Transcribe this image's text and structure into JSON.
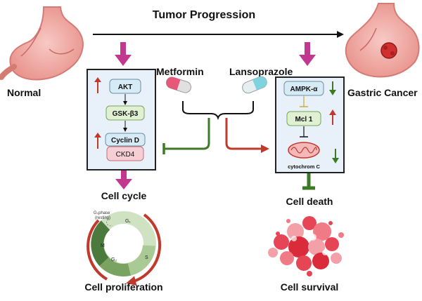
{
  "title": "Tumor Progression",
  "labels": {
    "normal": "Normal",
    "gastric_cancer": "Gastric Cancer",
    "metformin": "Metformin",
    "lansoprazole": "Lansoprazole",
    "cell_cycle": "Cell cycle",
    "cell_death": "Cell death",
    "cell_proliferation": "Cell proliferation",
    "cell_survival": "Cell survival"
  },
  "left_panel": {
    "akt": "AKT",
    "gsk": "GSK-β3",
    "cyclin": "Cyclin D",
    "ckd4": "CKD4"
  },
  "right_panel": {
    "ampk": "AMPK-α",
    "mcl1": "Mcl 1",
    "cytochrom": "cytochrom C"
  },
  "cycle": {
    "g0_line1": "G₀phase",
    "g0_line2": "(resting)",
    "g1": "G₁",
    "s": "S",
    "g2": "G₂",
    "m": "M"
  },
  "colors": {
    "magenta_arrow": "#c2388f",
    "green": "#3c7a26",
    "red": "#c0392b",
    "panel_fill": "#e8f1f9",
    "box_fill": "#d6ebf5",
    "box_green": "#dff0d3",
    "box_pink": "#f5cfd4"
  }
}
